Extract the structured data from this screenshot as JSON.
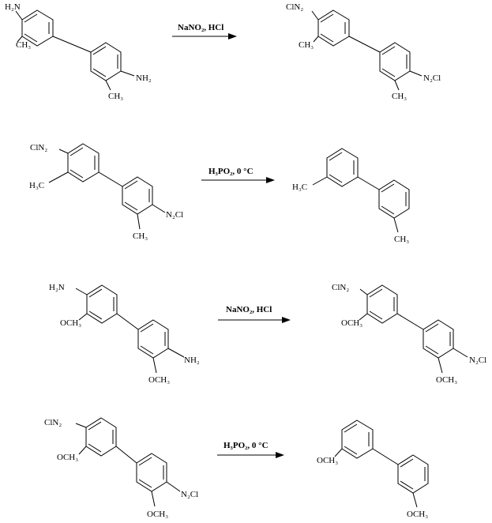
{
  "reactions": [
    {
      "reagent": "NaNO₂, HCl",
      "reactant": {
        "top_group": "H₂N",
        "ring1_sub": "CH₃",
        "bottom_group": "NH₂",
        "ring2_sub": "CH₃"
      },
      "product": {
        "top_group": "ClN₂",
        "ring1_sub": "CH₃",
        "bottom_group": "N₂Cl",
        "ring2_sub": "CH₃"
      }
    },
    {
      "reagent": "H₃PO₂, 0 °C",
      "reactant": {
        "top_group": "ClN₂",
        "ring1_sub": "H₃C",
        "bottom_group": "N₂Cl",
        "ring2_sub": "CH₃"
      },
      "product": {
        "ring1_sub": "H₃C",
        "ring2_sub": "CH₃"
      }
    },
    {
      "reagent": "NaNO₂, HCl",
      "reactant": {
        "top_group": "H₂N",
        "ring1_sub": "OCH₃",
        "bottom_group": "NH₂",
        "ring2_sub": "OCH₃"
      },
      "product": {
        "top_group": "ClN₂",
        "ring1_sub": "OCH₃",
        "bottom_group": "N₂Cl",
        "ring2_sub": "OCH₃"
      }
    },
    {
      "reagent": "H₃PO₂, 0 °C",
      "reactant": {
        "top_group": "ClN₂",
        "ring1_sub": "OCH₃",
        "bottom_group": "N₂Cl",
        "ring2_sub": "OCH₃"
      },
      "product": {
        "ring1_sub": "OCH₃",
        "ring2_sub": "OCH₃"
      }
    }
  ]
}
